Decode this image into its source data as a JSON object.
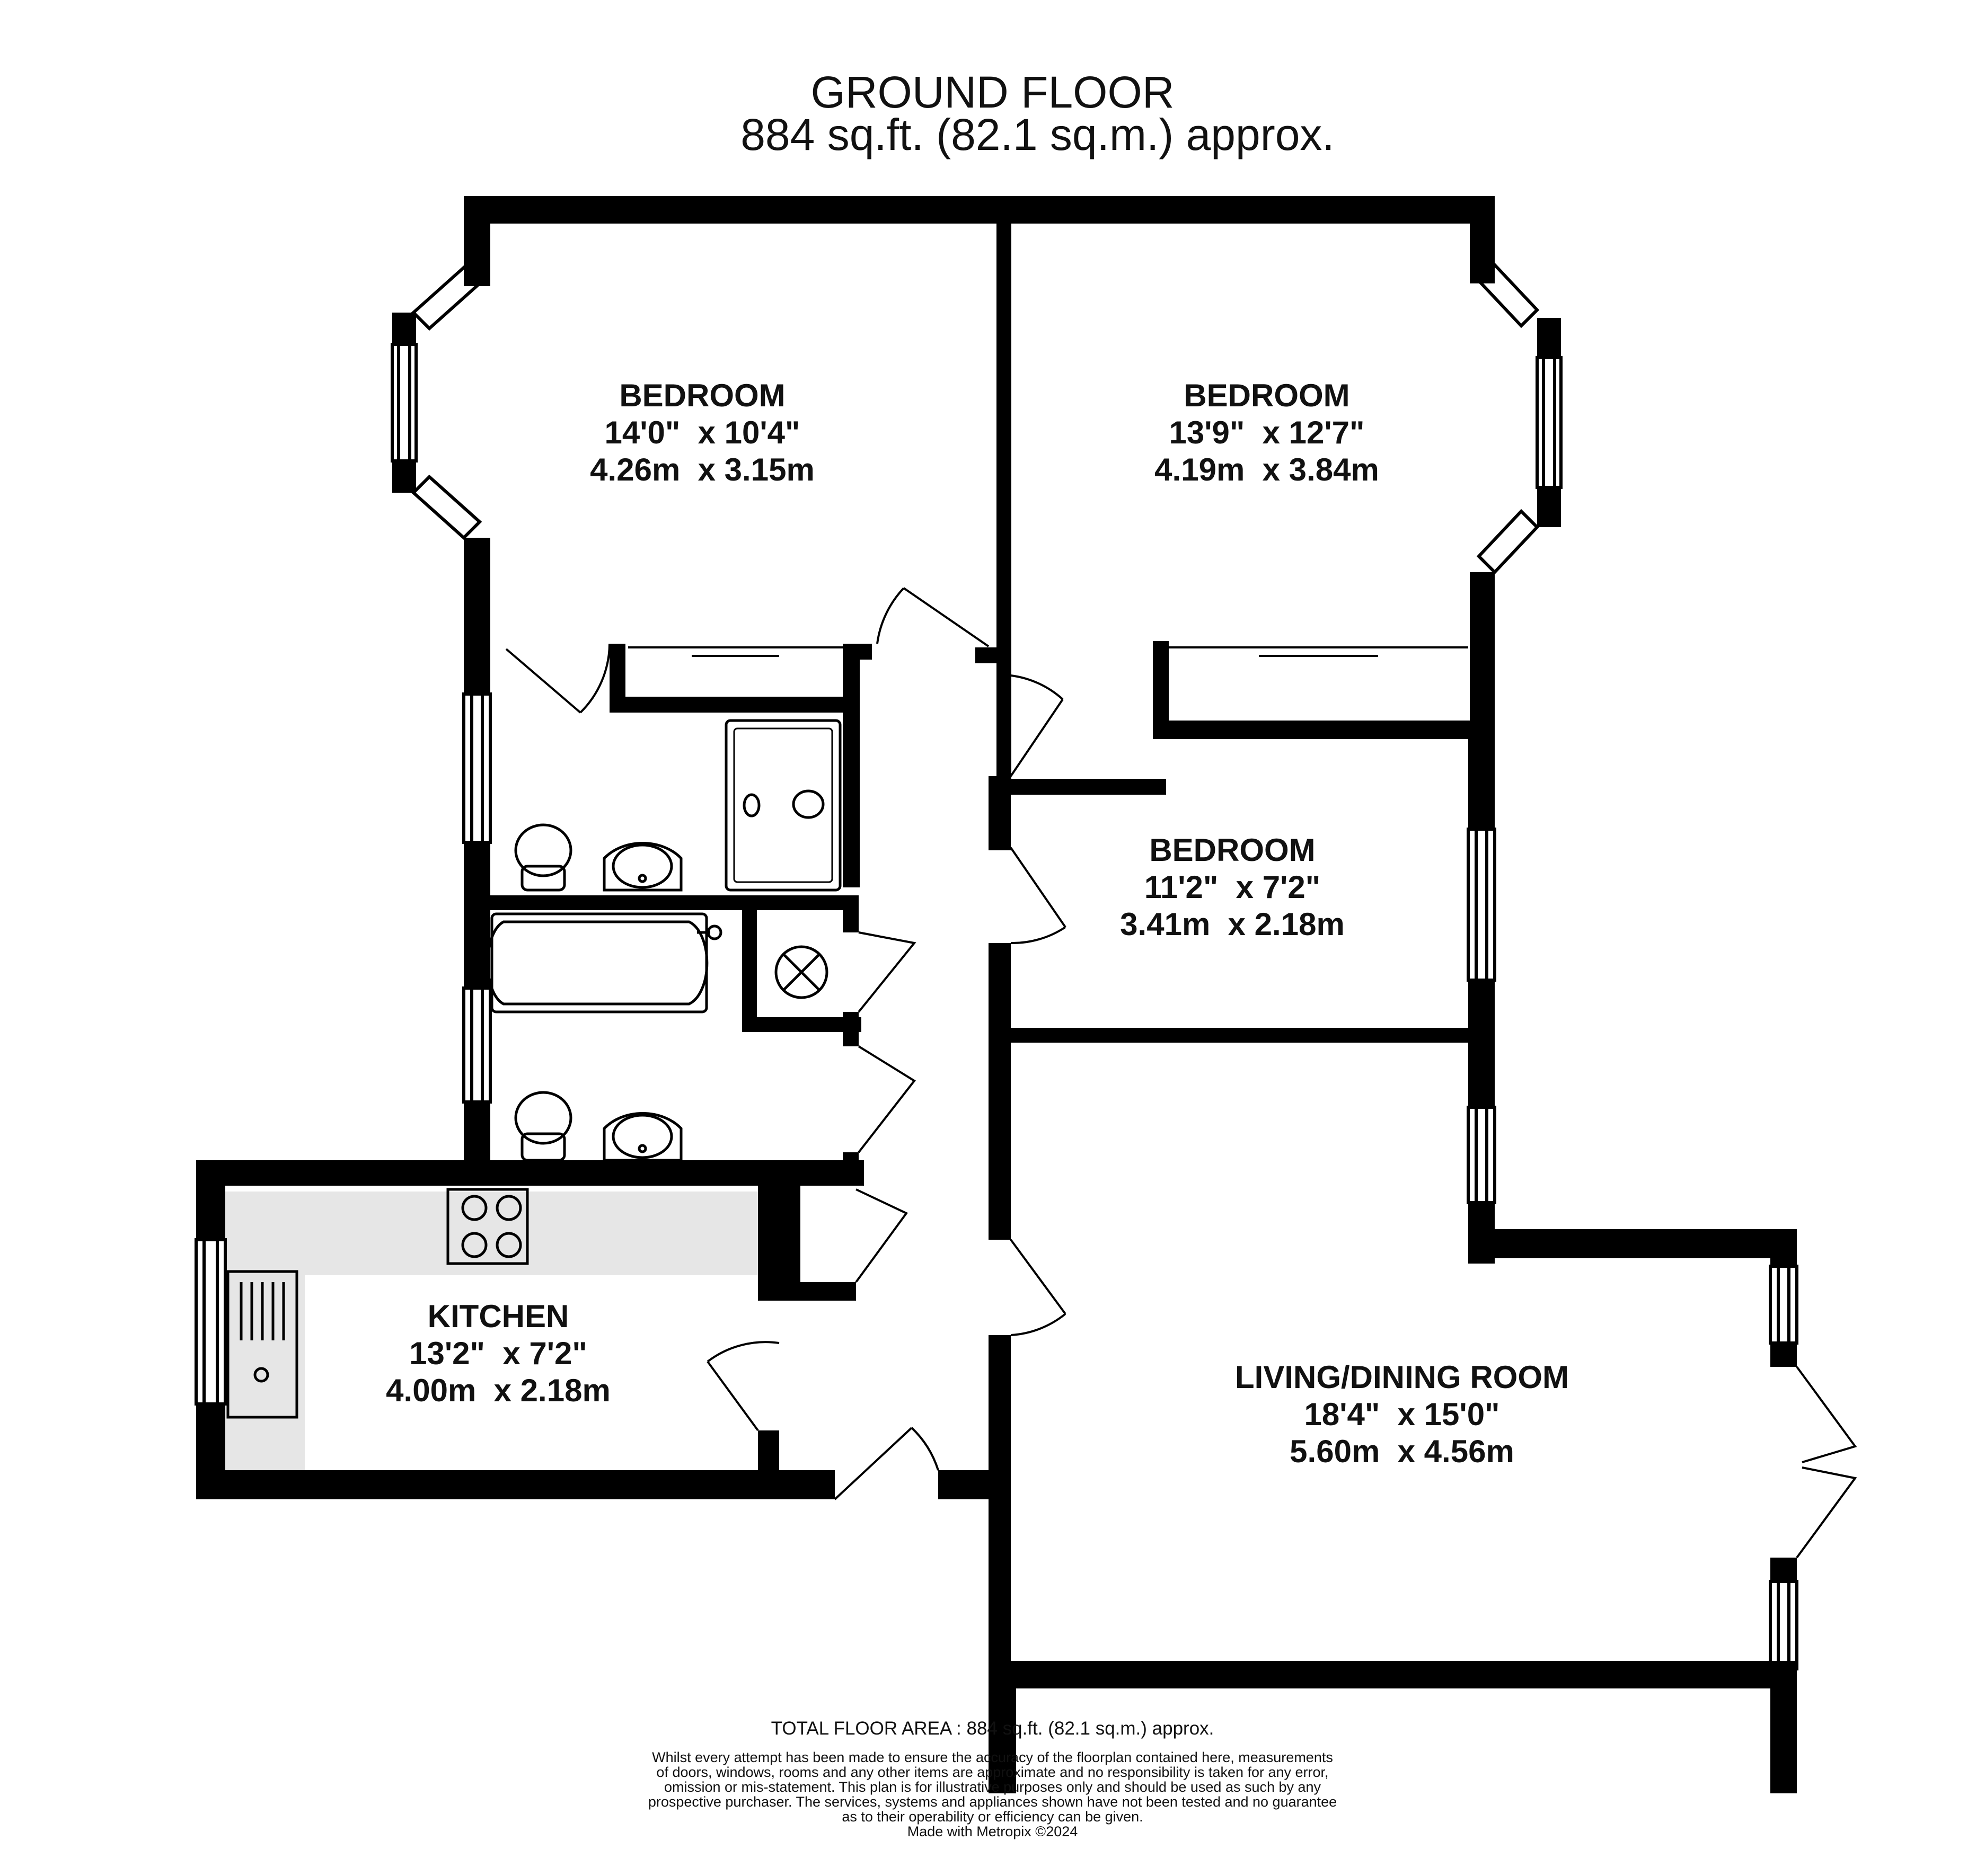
{
  "header": {
    "floor_name": "GROUND FLOOR",
    "floor_area": "884 sq.ft. (82.1 sq.m.) approx."
  },
  "rooms": [
    {
      "name": "BEDROOM",
      "imperial": "14'0\"  x 10'4\"",
      "metric": "4.26m  x 3.15m"
    },
    {
      "name": "BEDROOM",
      "imperial": "13'9\"  x 12'7\"",
      "metric": "4.19m  x 3.84m"
    },
    {
      "name": "BEDROOM",
      "imperial": "11'2\"  x 7'2\"",
      "metric": "3.41m  x 2.18m"
    },
    {
      "name": "KITCHEN",
      "imperial": "13'2\"  x 7'2\"",
      "metric": "4.00m  x 2.18m"
    },
    {
      "name": "LIVING/DINING ROOM",
      "imperial": "18'4\"  x 15'0\"",
      "metric": "5.60m  x 4.56m"
    }
  ],
  "footer": {
    "total_area": "TOTAL FLOOR AREA : 884 sq.ft. (82.1 sq.m.) approx.",
    "disclaimer": [
      "Whilst every attempt has been made to ensure the accuracy of the floorplan contained here, measurements",
      "of doors, windows, rooms and any other items are approximate and no responsibility is taken for any error,",
      "omission or mis-statement. This plan is for illustrative purposes only and should be used as such by any",
      "prospective purchaser. The services, systems and appliances shown have not been tested and no guarantee",
      "as to their operability or efficiency can be given."
    ],
    "credit": "Made with Metropix ©2024"
  },
  "colors": {
    "wall": "#000000",
    "kitchen_counter": "#e6e6e6",
    "background": "#ffffff"
  }
}
